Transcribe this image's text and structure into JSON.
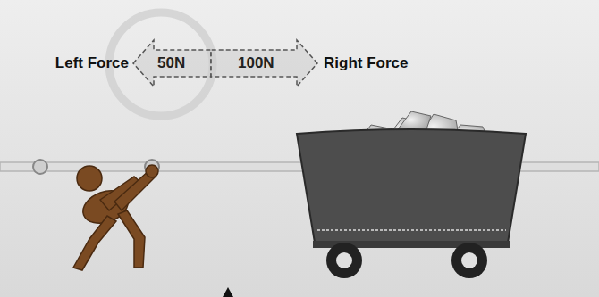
{
  "diagram": {
    "nodes": [
      {
        "text": [
          "Left Force",
          "50N"
        ]
      },
      {
        "text": [
          "100N",
          "Right Force"
        ]
      }
    ]
  }
}
